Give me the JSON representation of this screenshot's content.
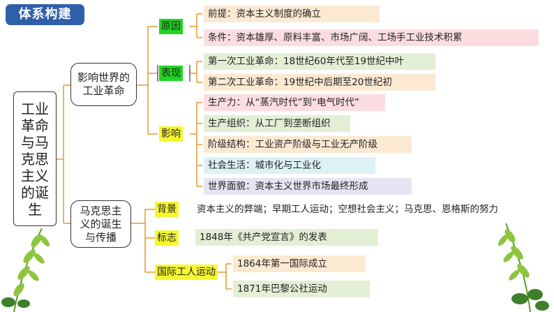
{
  "title": "体系构建",
  "root": "工业革命与马克思主义的诞生",
  "branch1": {
    "label": "影响世界的工业革命",
    "cause": {
      "label": "原因",
      "items": [
        "前提：资本主义制度的确立",
        "条件：资本雄厚、原料丰富、市场广阔、工场手工业技术积累"
      ]
    },
    "manifest": {
      "label": "表现",
      "items": [
        "第一次工业革命：18世纪60年代至19世纪中叶",
        "第二次工业革命：19世纪中后期至20世纪初"
      ]
    },
    "impact": {
      "label": "影响",
      "items": [
        "生产力：从“蒸汽时代”到“电气时代”",
        "生产组织：从工厂到垄断组织",
        "阶级结构：工业资产阶级与工业无产阶级",
        "社会生活：城市化与工业化",
        "世界面貌：资本主义世界市场最终形成"
      ]
    }
  },
  "branch2": {
    "label": "马克思主义的诞生与传播",
    "background": {
      "label": "背景",
      "text": "资本主义的弊端；早期工人运动；空想社会主义；马克思、恩格斯的努力"
    },
    "sign": {
      "label": "标志",
      "text": "1848年《共产党宣言》的发表"
    },
    "intl": {
      "label": "国际工人运动",
      "items": [
        "1864年第一国际成立",
        "1871年巴黎公社运动"
      ]
    }
  },
  "colors": {
    "title_bg": "#2f5fa8",
    "cause_label": "#22d422",
    "manifest_label": "#22d422",
    "yellow_label": "#f6f631",
    "peach": "#fce9d2",
    "pink": "#fbdde0",
    "green": "#e3efd5",
    "cyan": "#dcf2f5",
    "lavender": "#e6e3f3"
  }
}
